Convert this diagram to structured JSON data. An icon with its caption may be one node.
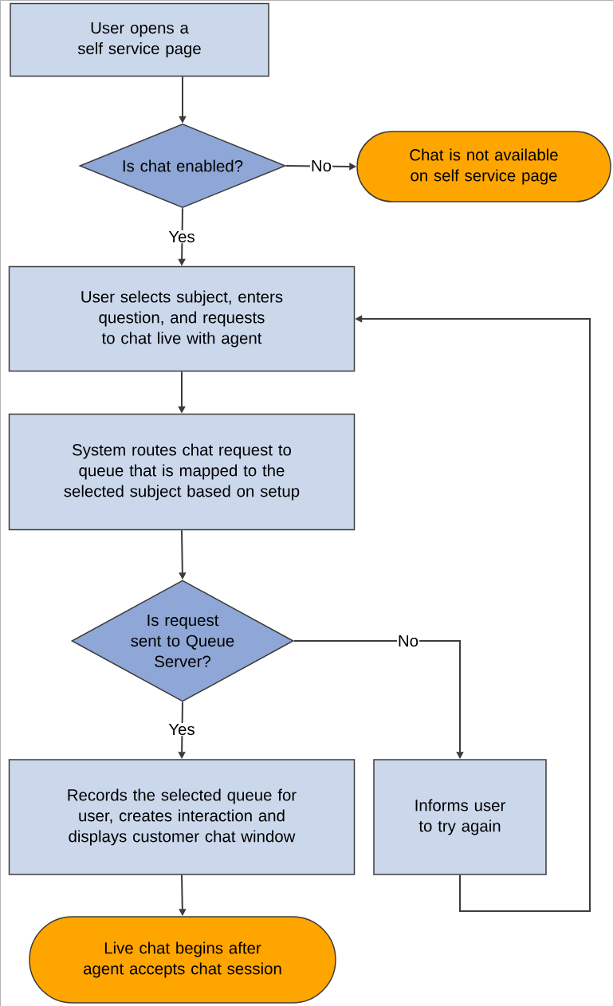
{
  "diagram": {
    "nodes": [
      {
        "text": [
          "User opens a self service page"
        ]
      },
      {
        "text": [
          "Is chat enabled?"
        ]
      },
      {
        "text": [
          "Chat is not available on self service page"
        ]
      },
      {
        "text": [
          "User selects subject, enters question, and requests to chat live with agent"
        ]
      },
      {
        "text": [
          "System routes chat request to queue that is mapped to the selected subject based on setup"
        ]
      },
      {
        "text": [
          "Is request sent to Queue Server?"
        ]
      },
      {
        "text": [
          "Records the selected queue for user, creates interaction and displays customer chat window"
        ]
      },
      {
        "text": [
          "Informs user to try again"
        ]
      },
      {
        "text": [
          "Live chat begins after agent accepts chat session"
        ]
      }
    ],
    "edges": [
      {
        "from": 0,
        "to": 1,
        "arrow": "to"
      },
      {
        "from": 1,
        "to": 2,
        "arrow": "to",
        "label": "No"
      },
      {
        "from": 1,
        "to": 3,
        "arrow": "to",
        "label": "Yes"
      },
      {
        "from": 3,
        "to": 4,
        "arrow": "to"
      },
      {
        "from": 4,
        "to": 5,
        "arrow": "to"
      },
      {
        "from": 5,
        "to": 6,
        "arrow": "to",
        "label": "Yes"
      },
      {
        "from": 5,
        "to": 7,
        "arrow": "to",
        "label": "No"
      },
      {
        "from": 7,
        "to": 3,
        "arrow": "to"
      },
      {
        "from": 6,
        "to": 8,
        "arrow": "to"
      }
    ]
  }
}
